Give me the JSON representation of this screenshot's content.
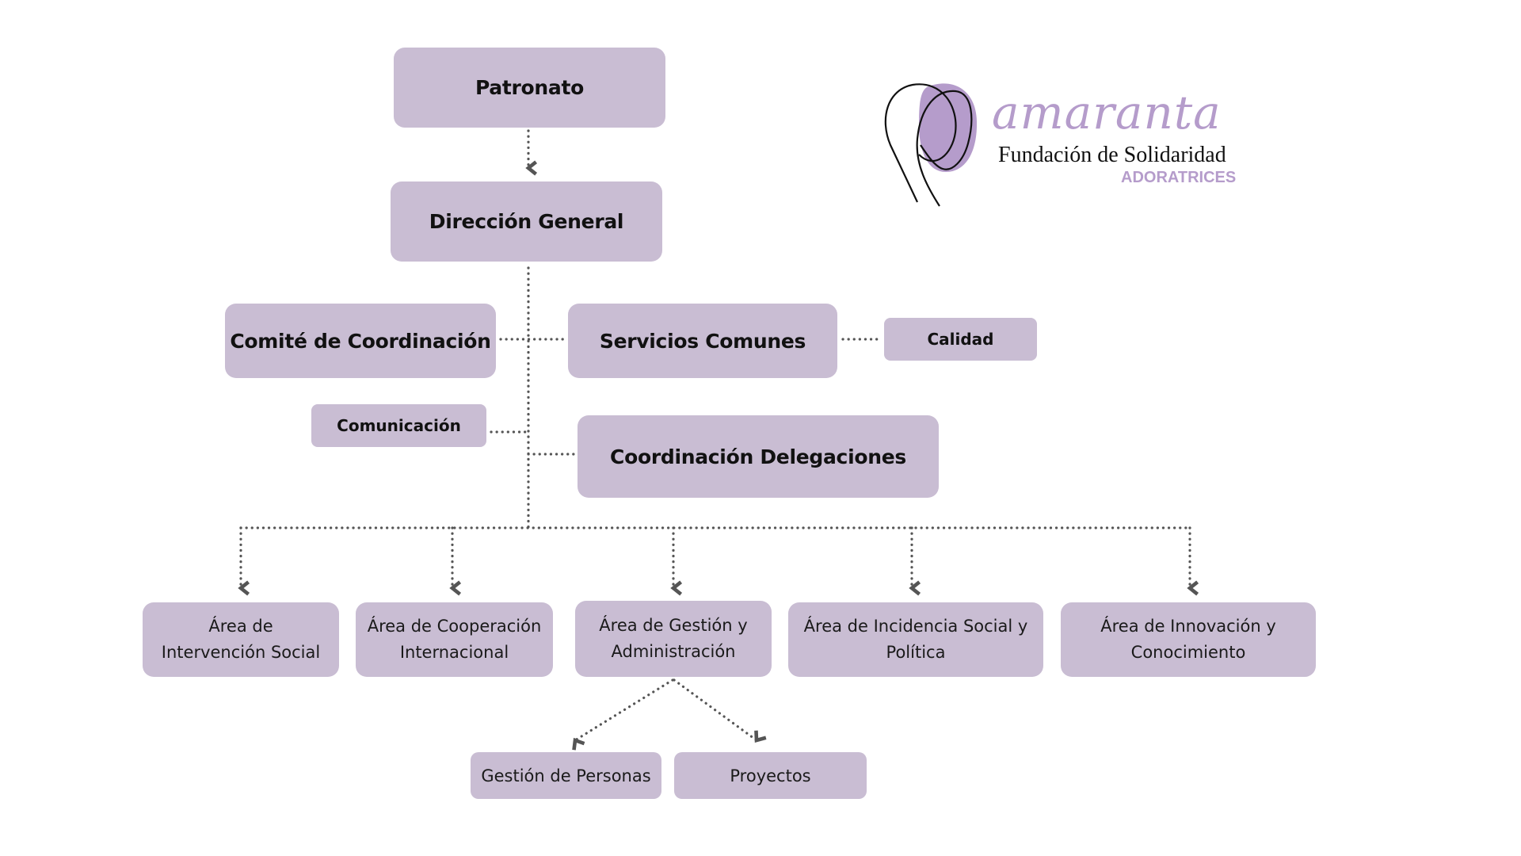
{
  "colors": {
    "box": "#c9bdd3",
    "connector": "#555555",
    "brand": "#b59ccb"
  },
  "logo": {
    "wordmark": "amaranta",
    "subtitle": "Fundación de Solidaridad",
    "tagline": "ADORATRICES"
  },
  "nodes": {
    "patronato": "Patronato",
    "direccion_general": "Dirección General",
    "comite": "Comité de Coordinación",
    "servicios": "Servicios Comunes",
    "calidad": "Calidad",
    "comunicacion": "Comunicación",
    "coordinacion": "Coordinación Delegaciones"
  },
  "areas": [
    {
      "line1": "Área de",
      "line2": "Intervención Social"
    },
    {
      "line1": "Área de Cooperación",
      "line2": "Internacional"
    },
    {
      "line1": "Área de Gestión y",
      "line2": "Administración"
    },
    {
      "line1": "Área de Incidencia Social y",
      "line2": "Política"
    },
    {
      "line1": "Área de Innovación y",
      "line2": "Conocimiento"
    }
  ],
  "subareas": [
    "Gestión de Personas",
    "Proyectos"
  ]
}
